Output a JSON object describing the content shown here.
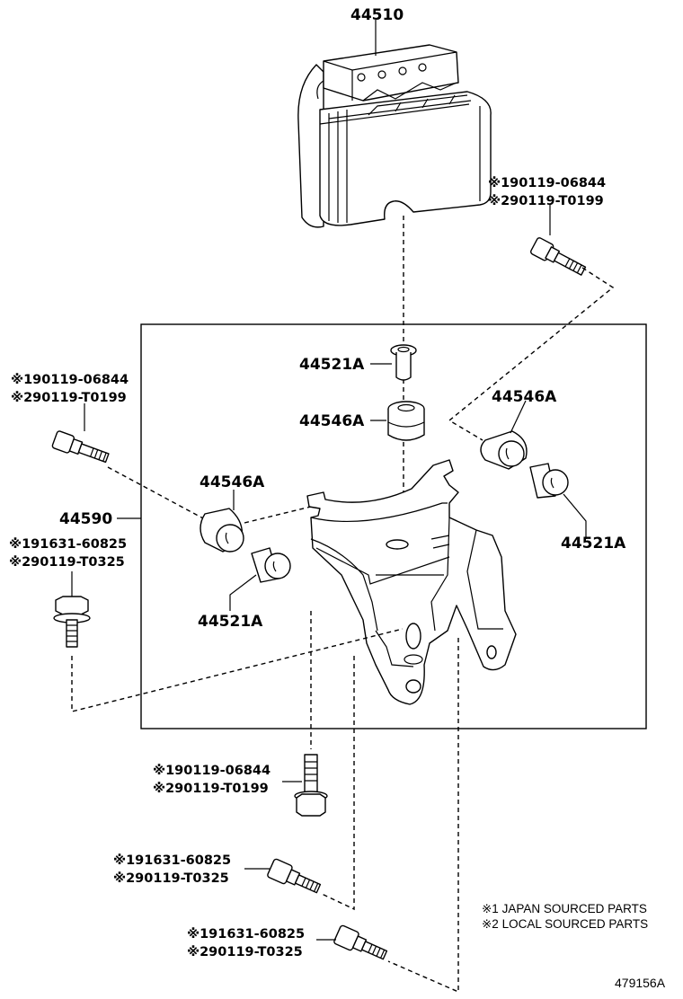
{
  "parts": {
    "actuator": "44510",
    "bracket": "44590",
    "spacer_top": "44521A",
    "spacer_right": "44521A",
    "spacer_left": "44521A",
    "cushion_center": "44546A",
    "cushion_right": "44546A",
    "cushion_left": "44546A"
  },
  "bolt_refs": {
    "top_right": {
      "line1": "※190119-06844",
      "line2": "※290119-T0199"
    },
    "left_upper": {
      "line1": "※190119-06844",
      "line2": "※290119-T0199"
    },
    "left_lower": {
      "line1": "※191631-60825",
      "line2": "※290119-T0325"
    },
    "bottom_1": {
      "line1": "※190119-06844",
      "line2": "※290119-T0199"
    },
    "bottom_2": {
      "line1": "※191631-60825",
      "line2": "※290119-T0325"
    },
    "bottom_3": {
      "line1": "※191631-60825",
      "line2": "※290119-T0325"
    }
  },
  "legend": {
    "note1": "※1 JAPAN SOURCED PARTS",
    "note2": "※2 LOCAL SOURCED PARTS"
  },
  "figure_id": "479156A"
}
